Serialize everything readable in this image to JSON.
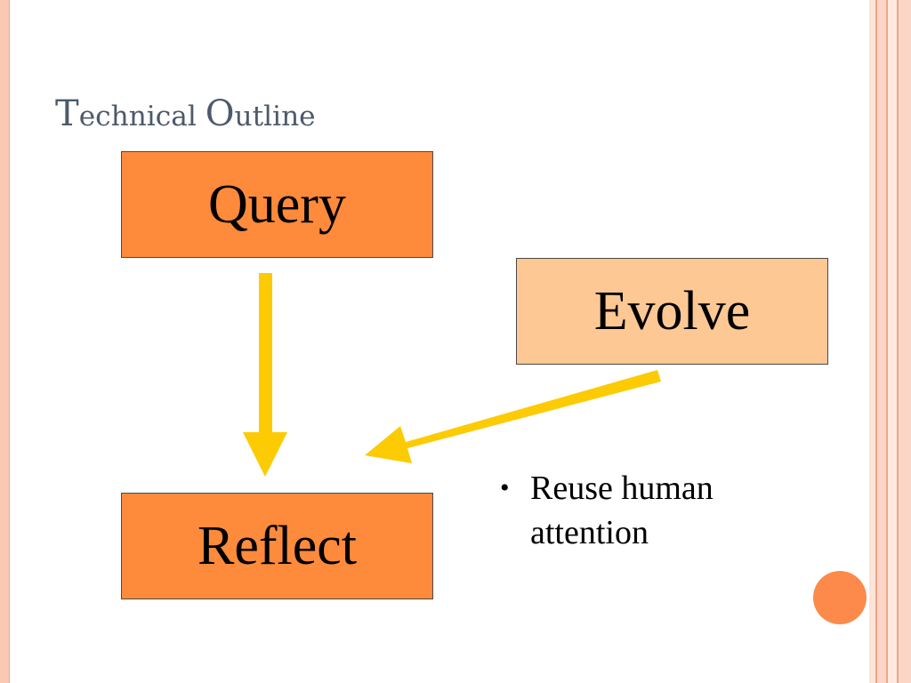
{
  "title": {
    "first_letter": "T",
    "rest_1": "echnical ",
    "second_letter": "O",
    "rest_2": "utline"
  },
  "boxes": {
    "query": "Query",
    "evolve": "Evolve",
    "reflect": "Reflect"
  },
  "bullets": [
    {
      "text": "Reuse human attention"
    }
  ],
  "colors": {
    "accent_dark": "#fe8a3c",
    "accent_light": "#fdc894",
    "arrow": "#fccb04",
    "title": "#4d5a6b"
  }
}
